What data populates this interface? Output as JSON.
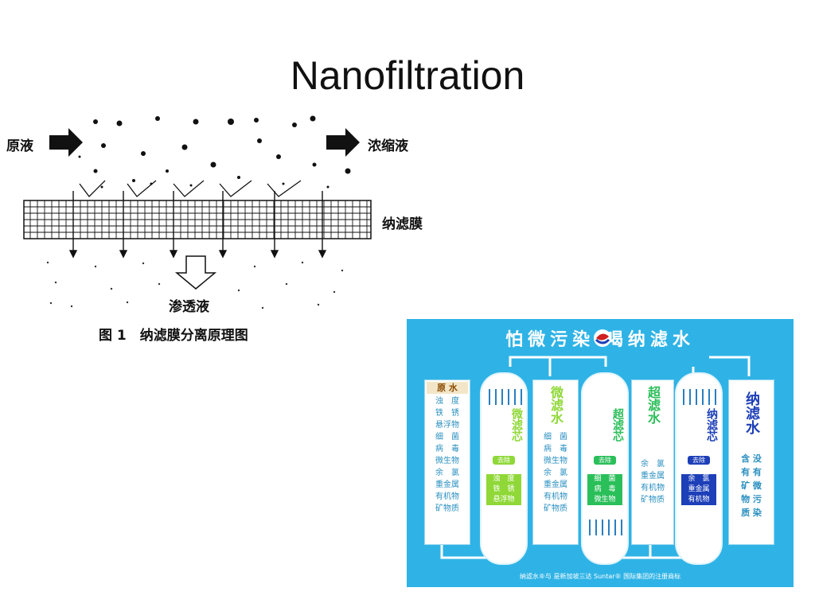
{
  "slide": {
    "title": "Nanofiltration"
  },
  "diagram": {
    "feed_label": "原液",
    "concentrate_label": "浓缩液",
    "membrane_label": "纳滤膜",
    "permeate_label": "渗透液",
    "figure_caption": "图 1　纳滤膜分离原理图"
  },
  "poster": {
    "title": "怕微污染 喝纳滤水",
    "raw_water": {
      "header": "原 水",
      "items": [
        "浊　度",
        "铁　锈",
        "悬浮物",
        "细　菌",
        "病　毒",
        "微生物",
        "余　氯",
        "重金属",
        "有机物",
        "矿物质"
      ]
    },
    "micro_core": {
      "label": "微滤芯",
      "remove_tag": "去除",
      "removed": [
        "浊　度",
        "铁　锈",
        "悬浮物"
      ]
    },
    "micro_water": {
      "label": "微滤水",
      "items": [
        "细　菌",
        "病　毒",
        "微生物",
        "余　氯",
        "重金属",
        "有机物",
        "矿物质"
      ]
    },
    "ultra_core": {
      "label": "超滤芯",
      "remove_tag": "去除",
      "removed": [
        "细　菌",
        "病　毒",
        "微生物"
      ]
    },
    "ultra_water": {
      "label": "超滤水",
      "items": [
        "余　氯",
        "重金属",
        "有机物",
        "矿物质"
      ]
    },
    "nano_core": {
      "label": "纳滤芯",
      "remove_tag": "去除",
      "removed": [
        "余　氯",
        "重金属",
        "有机物"
      ]
    },
    "nano_water": {
      "label": "纳滤水",
      "items": [
        "含 没",
        "有 有",
        "矿 微",
        "物 污",
        "质 染"
      ]
    },
    "footer": "纳滤水®与  是新加坡三达 Suntar® 国际集团的注册商标"
  },
  "colors": {
    "poster_bg": "#2fb3e6",
    "micro_green": "#8fd838",
    "ultra_green": "#2bbf5a",
    "nano_blue": "#1d3fb8"
  }
}
